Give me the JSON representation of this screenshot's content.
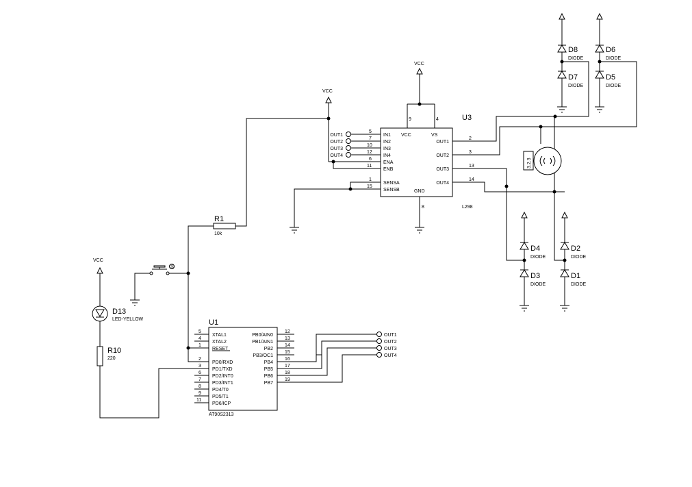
{
  "u1": {
    "ref": "U1",
    "value": "AT90S2313",
    "left_pins": [
      {
        "num": "5",
        "name": "XTAL1"
      },
      {
        "num": "4",
        "name": "XTAL2"
      },
      {
        "num": "1",
        "name": "RESET"
      },
      {
        "num": "2",
        "name": "PD0/RXD"
      },
      {
        "num": "3",
        "name": "PD1/TXD"
      },
      {
        "num": "6",
        "name": "PD2/INT0"
      },
      {
        "num": "7",
        "name": "PD3/INT1"
      },
      {
        "num": "8",
        "name": "PD4/T0"
      },
      {
        "num": "9",
        "name": "PD5/T1"
      },
      {
        "num": "11",
        "name": "PD6/ICP"
      }
    ],
    "right_pins": [
      {
        "num": "12",
        "name": "PB0/AIN0"
      },
      {
        "num": "13",
        "name": "PB1/AIN1"
      },
      {
        "num": "14",
        "name": "PB2"
      },
      {
        "num": "15",
        "name": "PB3/OC1"
      },
      {
        "num": "16",
        "name": "PB4"
      },
      {
        "num": "17",
        "name": "PB5"
      },
      {
        "num": "18",
        "name": "PB6"
      },
      {
        "num": "19",
        "name": "PB7"
      }
    ]
  },
  "u3": {
    "ref": "U3",
    "value": "L298",
    "left_pins": [
      {
        "num": "5",
        "name": "IN1"
      },
      {
        "num": "7",
        "name": "IN2"
      },
      {
        "num": "10",
        "name": "IN3"
      },
      {
        "num": "12",
        "name": "IN4"
      },
      {
        "num": "6",
        "name": "ENA"
      },
      {
        "num": "11",
        "name": "ENB"
      },
      {
        "num": "1",
        "name": "SENSA"
      },
      {
        "num": "15",
        "name": "SENSB"
      }
    ],
    "right_pins": [
      {
        "num": "2",
        "name": "OUT1"
      },
      {
        "num": "3",
        "name": "OUT2"
      },
      {
        "num": "13",
        "name": "OUT3"
      },
      {
        "num": "14",
        "name": "OUT4"
      }
    ],
    "top_pins": [
      {
        "num": "9",
        "name": "VCC"
      },
      {
        "num": "4",
        "name": "VS"
      }
    ],
    "bottom_pin": {
      "num": "8",
      "name": "GND"
    }
  },
  "ports_u3": [
    "OUT1",
    "OUT2",
    "OUT3",
    "OUT4"
  ],
  "ports_u1": [
    "OUT1",
    "OUT2",
    "OUT3",
    "OUT4"
  ],
  "power": {
    "vcc": "VCC"
  },
  "r1": {
    "ref": "R1",
    "value": "10k"
  },
  "r10": {
    "ref": "R10",
    "value": "220"
  },
  "d13": {
    "ref": "D13",
    "value": "LED-YELLOW"
  },
  "diodes": [
    {
      "ref": "D8",
      "value": "DIODE"
    },
    {
      "ref": "D7",
      "value": "DIODE"
    },
    {
      "ref": "D6",
      "value": "DIODE"
    },
    {
      "ref": "D5",
      "value": "DIODE"
    },
    {
      "ref": "D4",
      "value": "DIODE"
    },
    {
      "ref": "D3",
      "value": "DIODE"
    },
    {
      "ref": "D2",
      "value": "DIODE"
    },
    {
      "ref": "D1",
      "value": "DIODE"
    }
  ],
  "motor": {
    "value": "3.2.3"
  },
  "switch_mark": "S"
}
